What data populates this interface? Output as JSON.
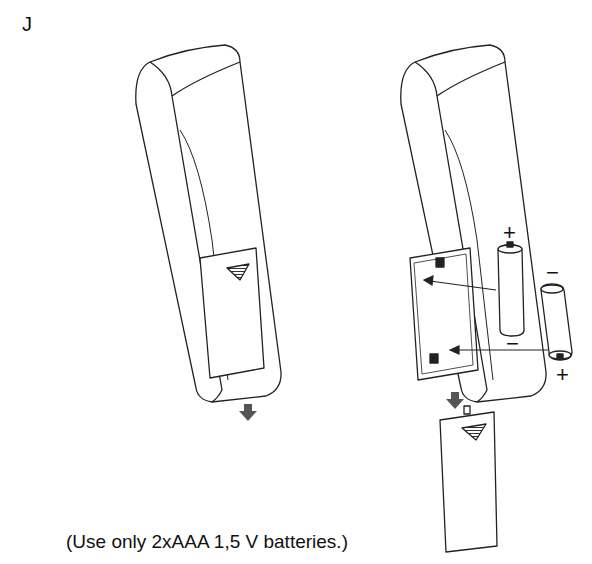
{
  "diagram": {
    "caption": "(Use only 2xAAA 1,5 V batteries.)",
    "labels": [
      "J",
      "+",
      "−",
      "−",
      "+"
    ]
  }
}
